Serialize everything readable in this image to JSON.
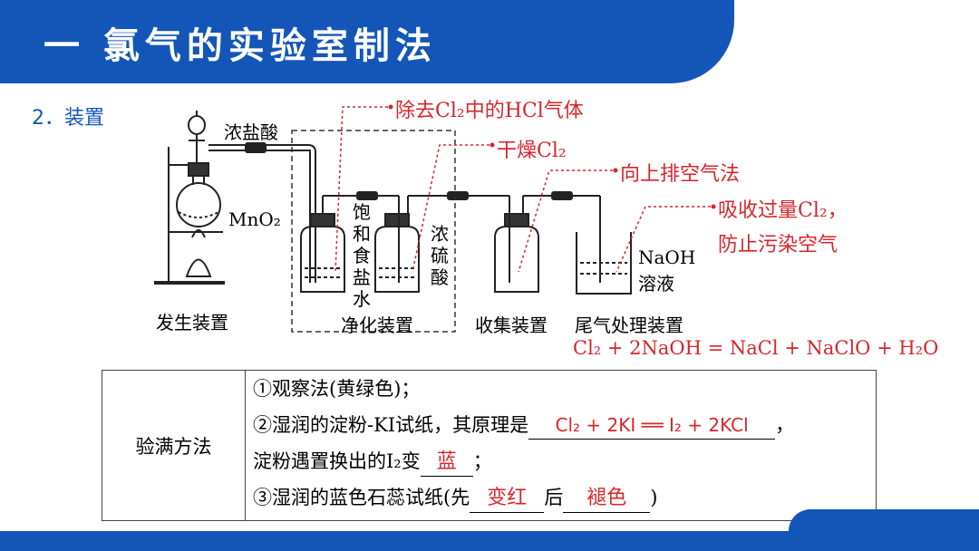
{
  "header": {
    "title": "一 氯气的实验室制法"
  },
  "section": {
    "label": "2．装置"
  },
  "annotations": {
    "remove_hcl": "除去Cl₂中的HCl气体",
    "dry": "干燥Cl₂",
    "collect_method": "向上排空气法",
    "absorb_line1": "吸收过量Cl₂，",
    "absorb_line2": "防止污染空气"
  },
  "apparatus": {
    "conc_hcl": "浓盐酸",
    "mno2": "MnO₂",
    "sat_nacl": "饱和食盐水",
    "conc_h2so4": "浓硫酸",
    "naoh": "NaOH",
    "solution": "溶液",
    "gen_device": "发生装置",
    "purify_device": "净化装置",
    "collect_device": "收集装置",
    "tail_device": "尾气处理装置"
  },
  "equation": "Cl₂ + 2NaOH = NaCl + NaClO + H₂O",
  "method_table": {
    "head": "验满方法",
    "l1": "①观察法(黄绿色)；",
    "l2_pre": "②湿润的淀粉-KI试纸，其原理是",
    "l2_ans": "Cl₂ + 2KI ══ I₂ + 2KCl",
    "l2_post": "，",
    "l3_pre": "淀粉遇置换出的I₂变",
    "l3_ans": "蓝",
    "l3_post": "；",
    "l4_pre": "③湿润的蓝色石蕊试纸(先",
    "l4_ans1": "变红",
    "l4_mid": "后",
    "l4_ans2": "褪色",
    "l4_post": ")"
  }
}
